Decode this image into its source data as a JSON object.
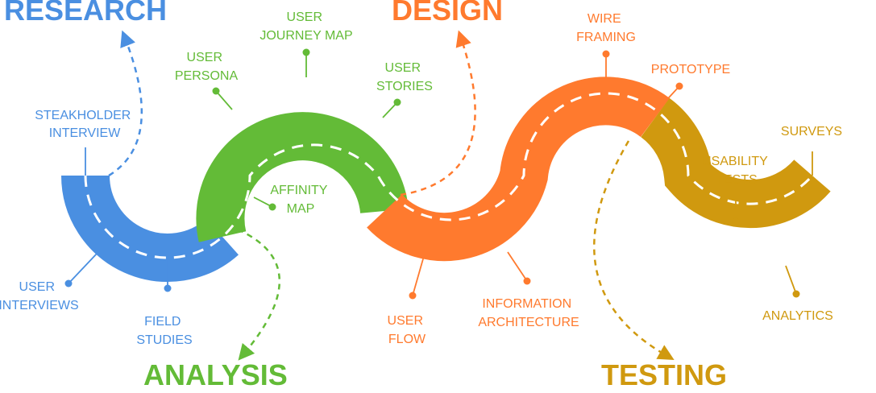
{
  "colors": {
    "research": "#4a8fe1",
    "analysis": "#63bb37",
    "design": "#ff7a2e",
    "testing": "#d0990f"
  },
  "phases": {
    "research": "RESEARCH",
    "design": "DESIGN",
    "analysis": "ANALYSIS",
    "testing": "TESTING"
  },
  "labels": {
    "stakeholder_interview": [
      "STEAKHOLDER",
      "INTERVIEW"
    ],
    "user_interviews": [
      "USER",
      "INTERVIEWS"
    ],
    "field_studies": [
      "FIELD",
      "STUDIES"
    ],
    "user_persona": [
      "USER",
      "PERSONA"
    ],
    "user_journey_map": [
      "USER",
      "JOURNEY MAP"
    ],
    "user_stories": [
      "USER",
      "STORIES"
    ],
    "affinity_map": [
      "AFFINITY",
      "MAP"
    ],
    "wire_framing": [
      "WIRE",
      "FRAMING"
    ],
    "prototype": [
      "PROTOTYPE"
    ],
    "user_flow": [
      "USER",
      "FLOW"
    ],
    "information_architecture": [
      "INFORMATION",
      "ARCHITECTURE"
    ],
    "usability_tests": [
      "USABILITY",
      "TESTS"
    ],
    "surveys": [
      "SURVEYS"
    ],
    "analytics": [
      "ANALYTICS"
    ]
  }
}
